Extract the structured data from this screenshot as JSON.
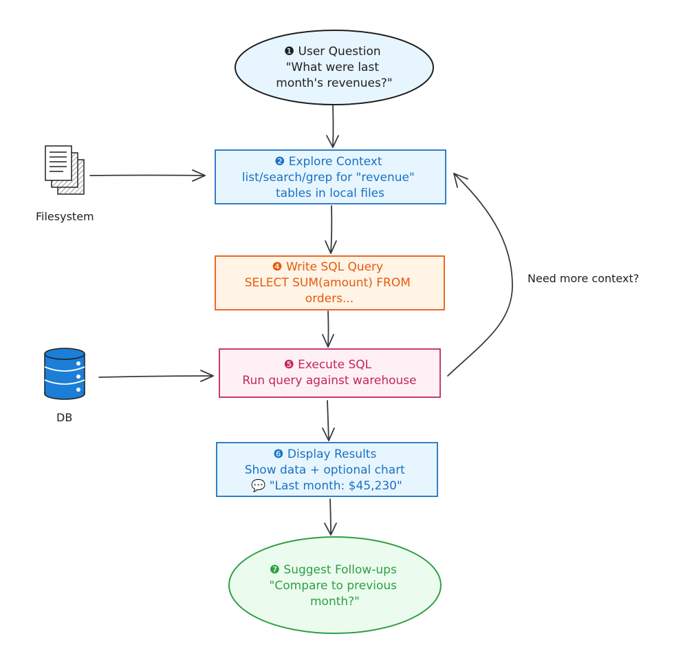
{
  "nodes": {
    "user_question": {
      "lines": [
        "❶ User Question",
        "\"What were last",
        "month's revenues?\""
      ],
      "color": "#1e1e1e",
      "fill": "#e7f5ff"
    },
    "explore_context": {
      "lines": [
        "❷ Explore Context",
        "list/search/grep for \"revenue\"",
        "tables in local files"
      ],
      "color": "#1971c2",
      "fill": "#e7f5ff"
    },
    "write_sql": {
      "lines": [
        "❹ Write SQL Query",
        "SELECT SUM(amount) FROM",
        "orders..."
      ],
      "color": "#e8590c",
      "fill": "#fff4e6"
    },
    "execute_sql": {
      "lines": [
        "❺ Execute SQL",
        "Run query against warehouse"
      ],
      "color": "#c2255c",
      "fill": "#fff0f6"
    },
    "display_results": {
      "lines": [
        "❻ Display Results",
        "Show data + optional chart",
        "💬 \"Last month: $45,230\""
      ],
      "color": "#1971c2",
      "fill": "#e7f5ff"
    },
    "suggest_followups": {
      "lines": [
        "❼ Suggest Follow-ups",
        "\"Compare to previous",
        "month?\""
      ],
      "color": "#2f9e44",
      "fill": "#ebfbee"
    }
  },
  "labels": {
    "filesystem": "Filesystem",
    "db": "DB",
    "loop": "Need more context?"
  },
  "icons": {
    "filesystem": "documents-icon",
    "db": "database-icon"
  },
  "colors": {
    "arrow": "#343a40",
    "db_blue": "#1c7ed6"
  }
}
